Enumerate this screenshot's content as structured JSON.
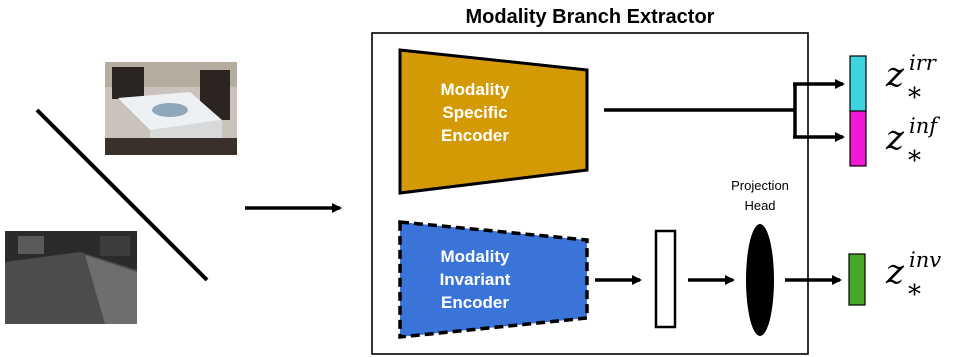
{
  "title": "Modality Branch Extractor",
  "specific_encoder": {
    "lines": [
      "Modality",
      "Specific",
      "Encoder"
    ]
  },
  "invariant_encoder": {
    "lines": [
      "Modality",
      "Invariant",
      "Encoder"
    ]
  },
  "projection_head": {
    "lines": [
      "Projection",
      "Head"
    ]
  },
  "outputs": [
    {
      "base": "z",
      "sup": "irr",
      "sub": "*",
      "color": "#3fd3e0"
    },
    {
      "base": "z",
      "sup": "inf",
      "sub": "*",
      "color": "#f019d6"
    },
    {
      "base": "z",
      "sup": "inv",
      "sub": "*",
      "color": "#4aa829"
    }
  ],
  "colors": {
    "specific_encoder": "#d49a06",
    "invariant_encoder": "#3a74d9",
    "rgb_image_bg": "#c8c2bb",
    "depth_image_bg": "#2a2a2a"
  }
}
